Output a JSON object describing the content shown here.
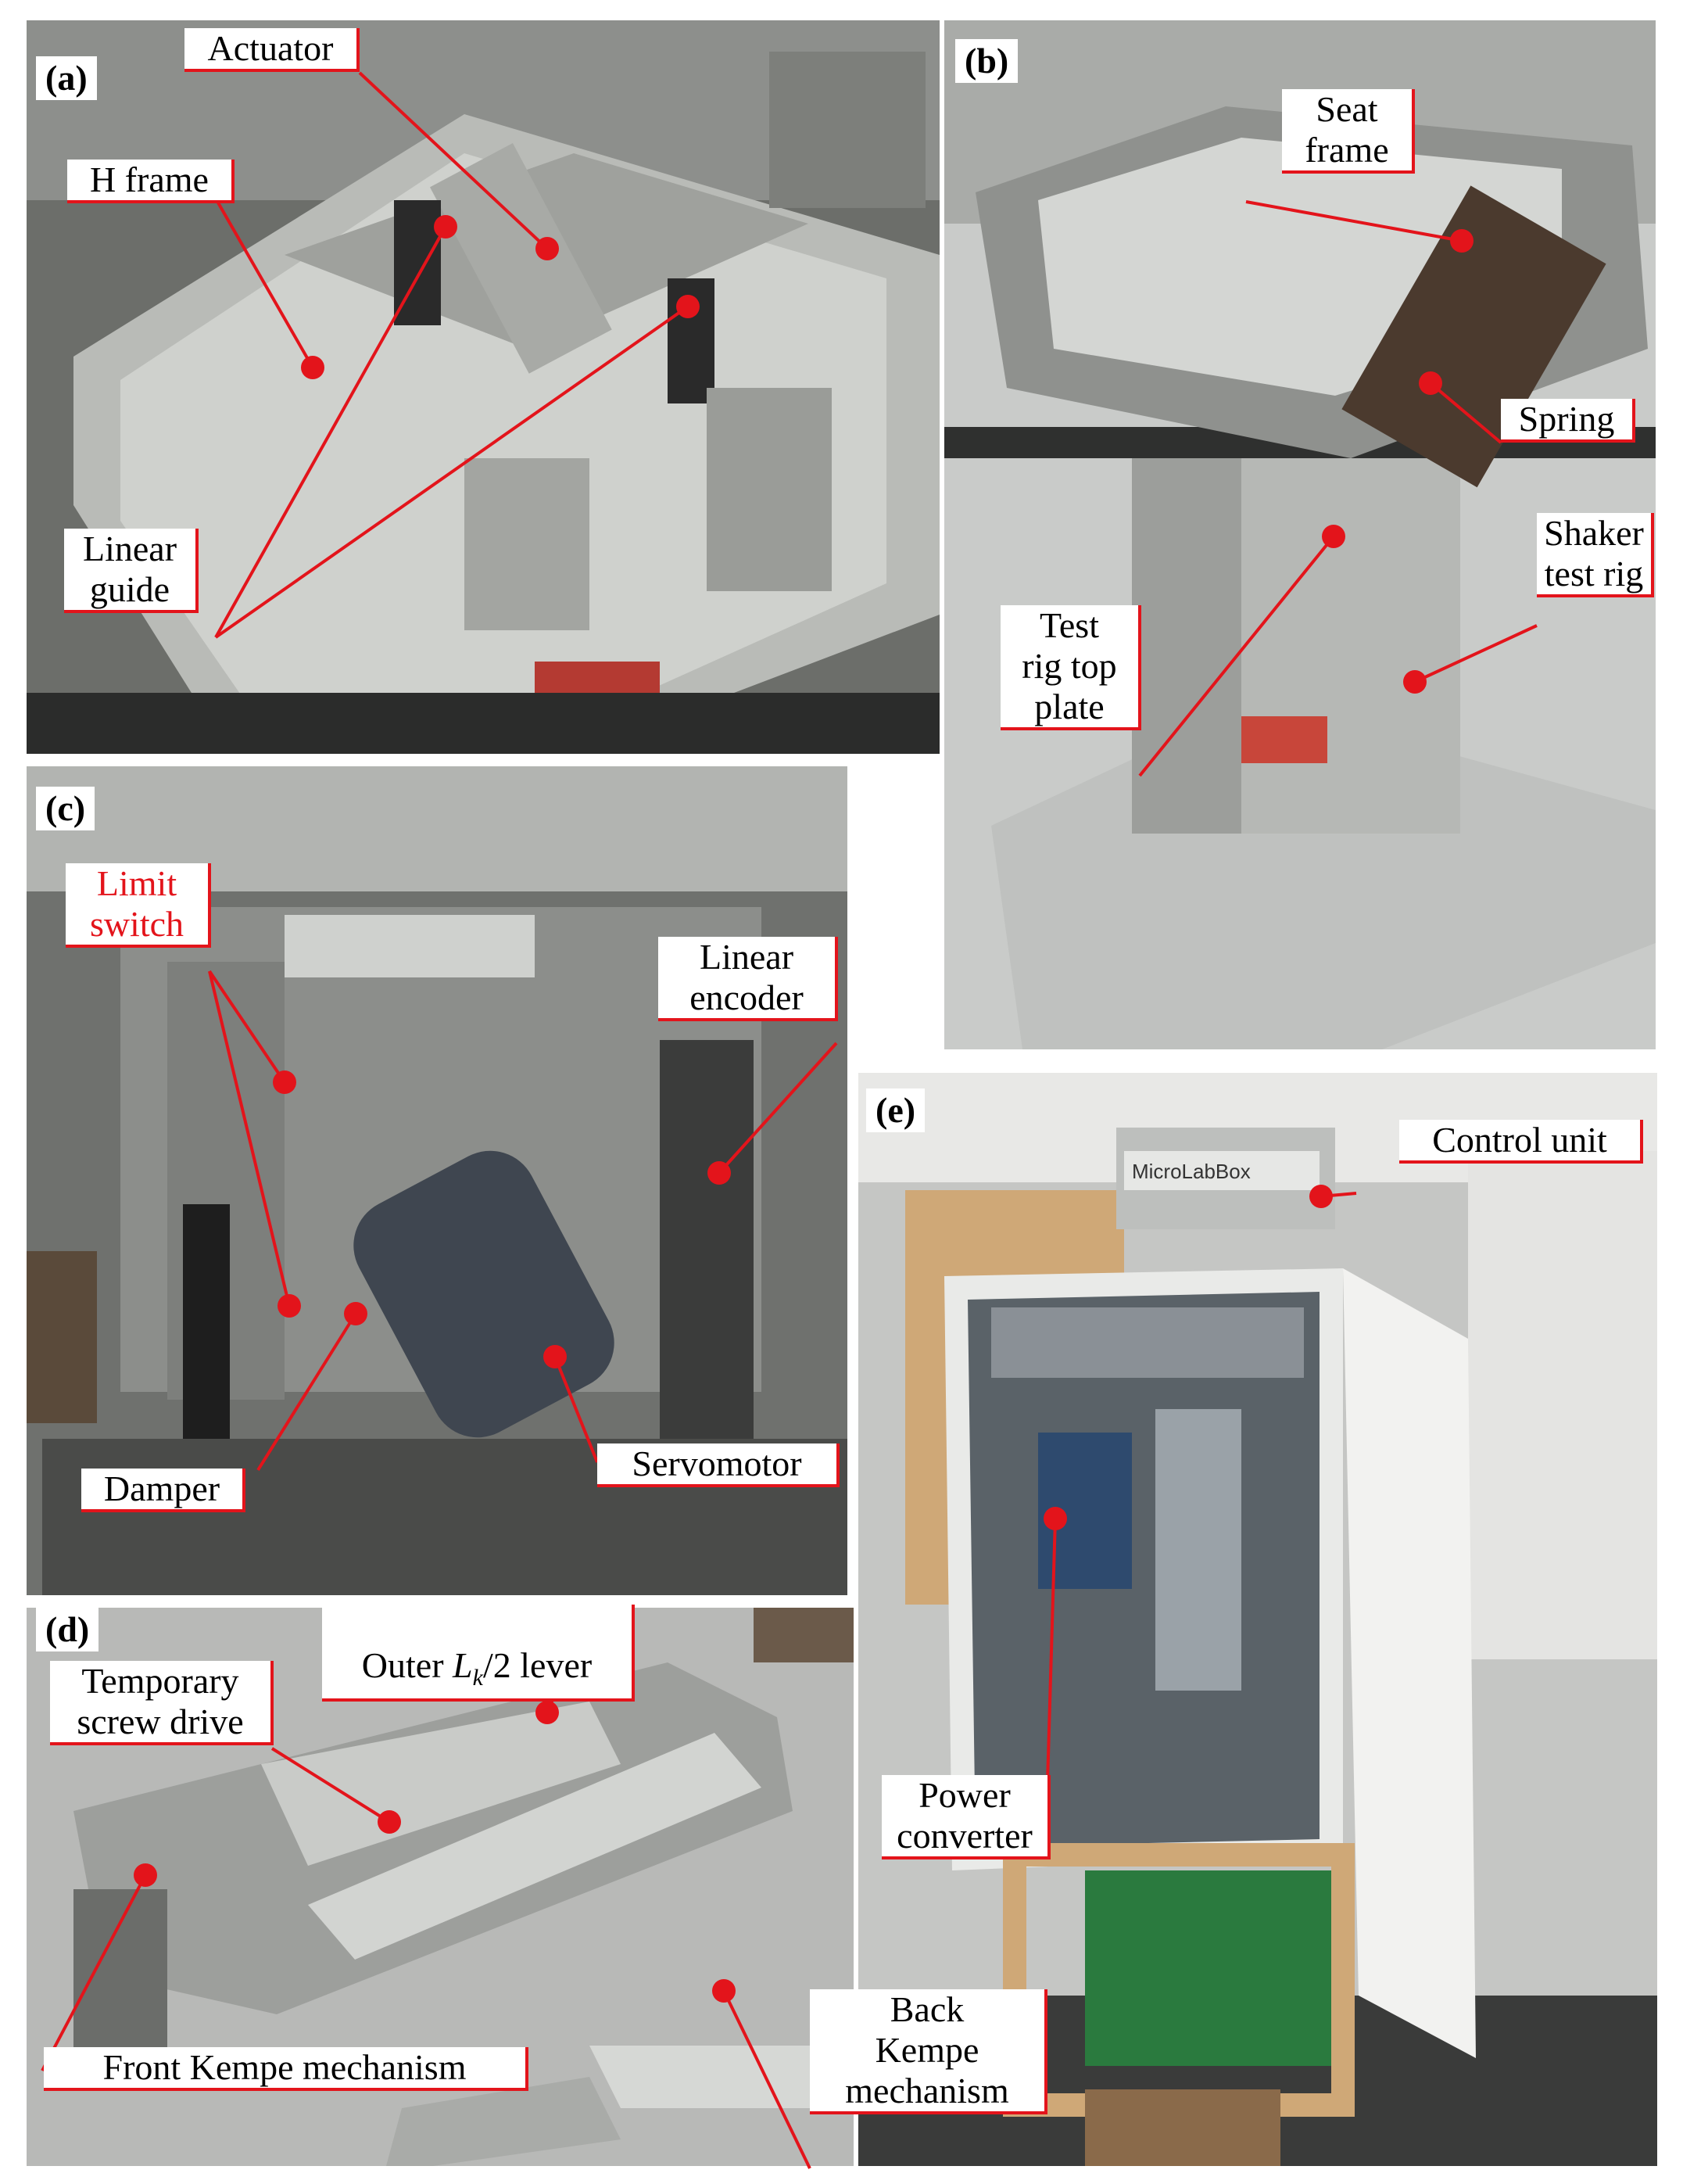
{
  "panels": {
    "a": {
      "letter": "(a)"
    },
    "b": {
      "letter": "(b)"
    },
    "c": {
      "letter": "(c)"
    },
    "d": {
      "letter": "(d)"
    },
    "e": {
      "letter": "(e)"
    }
  },
  "labels": {
    "actuator": "Actuator",
    "h_frame": "H frame",
    "linear_guide": "Linear\nguide",
    "seat_frame": "Seat\nframe",
    "spring": "Spring",
    "shaker_test_rig": "Shaker\ntest rig",
    "test_rig_top_plate": "Test\nrig top\nplate",
    "limit_switch": "Limit\nswitch",
    "linear_encoder": "Linear\nencoder",
    "damper": "Damper",
    "servomotor": "Servomotor",
    "outer_lever_prefix": "Outer ",
    "outer_lever_symbol": "L",
    "outer_lever_sub": "k",
    "outer_lever_suffix": "/2 lever",
    "temporary_screw_drive": "Temporary\nscrew drive",
    "front_kempe": "Front Kempe mechanism",
    "back_kempe": "Back\nKempe\nmechanism",
    "control_unit": "Control unit",
    "power_converter": "Power\nconverter",
    "microlabbox": "MicroLabBox"
  },
  "colors": {
    "annotation_red": "#e3141b",
    "label_background": "#ffffff"
  }
}
